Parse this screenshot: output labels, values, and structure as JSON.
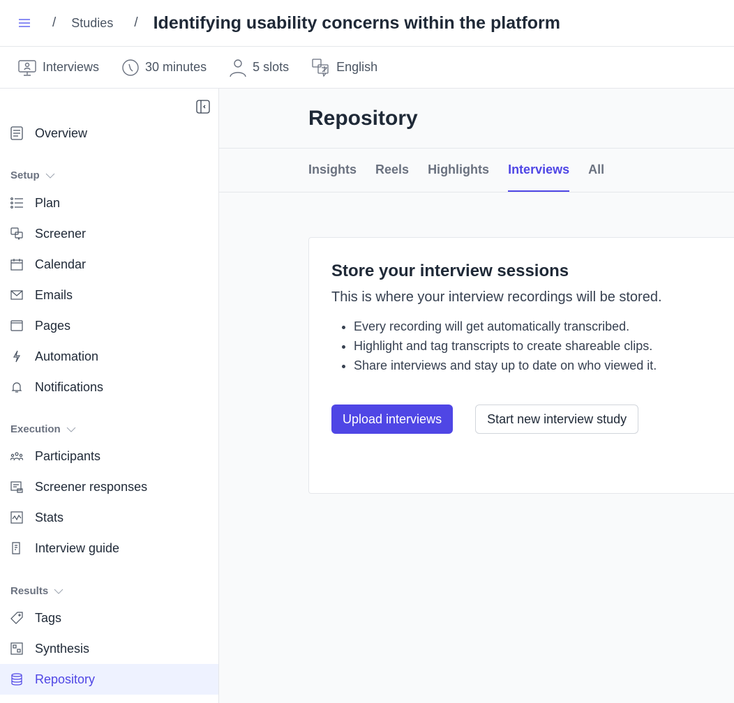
{
  "header": {
    "breadcrumb": "Studies",
    "title": "Identifying usability concerns within the platform"
  },
  "meta": {
    "type": "Interviews",
    "duration": "30 minutes",
    "slots": "5 slots",
    "language": "English"
  },
  "sidebar": {
    "overview": "Overview",
    "sections": [
      {
        "label": "Setup",
        "items": [
          "Plan",
          "Screener",
          "Calendar",
          "Emails",
          "Pages",
          "Automation",
          "Notifications"
        ]
      },
      {
        "label": "Execution",
        "items": [
          "Participants",
          "Screener responses",
          "Stats",
          "Interview guide"
        ]
      },
      {
        "label": "Results",
        "items": [
          "Tags",
          "Synthesis",
          "Repository"
        ]
      }
    ]
  },
  "main": {
    "title": "Repository",
    "tabs": [
      "Insights",
      "Reels",
      "Highlights",
      "Interviews",
      "All"
    ],
    "active_tab": "Interviews",
    "card": {
      "title": "Store your interview sessions",
      "subtitle": "This is where your interview recordings will be stored.",
      "bullets": [
        "Every recording will get automatically transcribed.",
        "Highlight and tag transcripts to create shareable clips.",
        "Share interviews and stay up to date on who viewed it."
      ],
      "primary_button": "Upload interviews",
      "secondary_button": "Start new interview study"
    }
  },
  "colors": {
    "accent": "#4f46e5",
    "active_bg": "#eef2ff"
  }
}
